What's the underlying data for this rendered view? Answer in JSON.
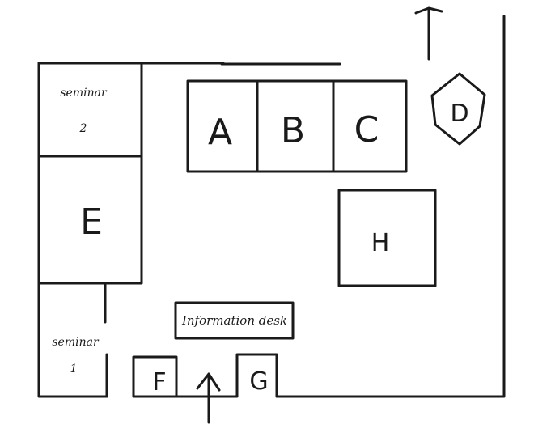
{
  "floor_plan": {
    "rooms": {
      "A": "A",
      "B": "B",
      "C": "C",
      "D": "D",
      "E": "E",
      "F": "F",
      "G": "G",
      "H": "H"
    },
    "seminar_2": {
      "name": "seminar",
      "number": "2"
    },
    "seminar_1": {
      "name": "seminar",
      "number": "1"
    },
    "information_desk": "Information desk"
  },
  "colors": {
    "ink": "#1a1a1a",
    "background": "#ffffff"
  }
}
